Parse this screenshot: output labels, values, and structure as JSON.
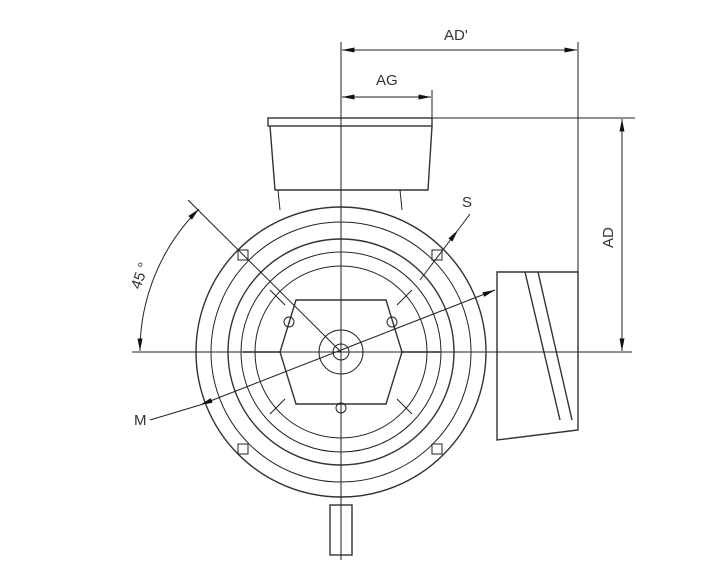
{
  "labels": {
    "ad_prime": "AD'",
    "ag": "AG",
    "s": "S",
    "ad": "AD",
    "angle": "45 °",
    "m": "M"
  },
  "colors": {
    "line": "#222222",
    "background": "#ffffff"
  }
}
